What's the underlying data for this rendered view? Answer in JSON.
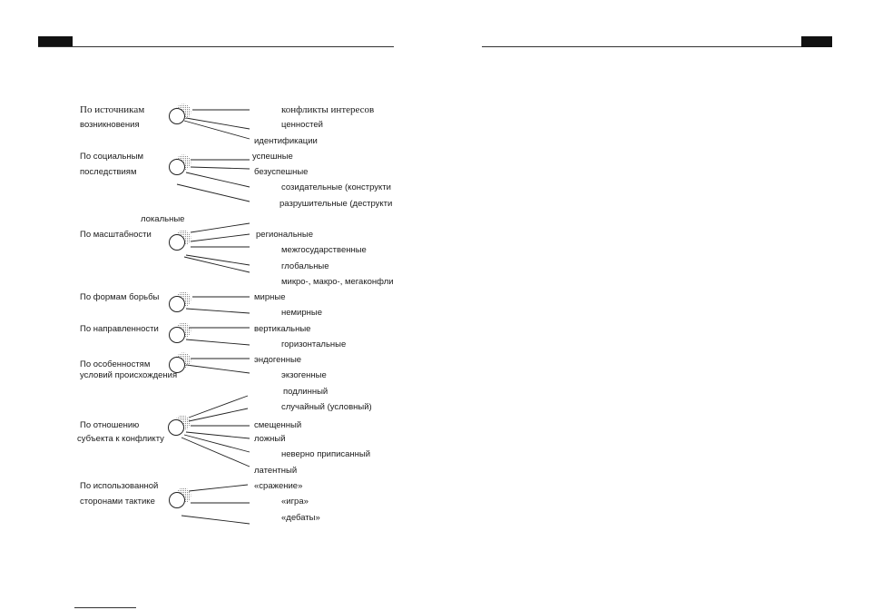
{
  "categories": [
    {
      "line1": "По источникам",
      "line2": "возникновения"
    },
    {
      "line1": "По социальным",
      "line2": "последствиям"
    },
    {
      "line1": "По масштабности",
      "line2": ""
    },
    {
      "line1": "По формам борьбы",
      "line2": ""
    },
    {
      "line1": "По направленности",
      "line2": ""
    },
    {
      "line1": "По особенностям",
      "line2": "условий происхождения"
    },
    {
      "line1": "По  отношению",
      "line2": "субъекта  к  конфликту"
    },
    {
      "line1": "По использованной",
      "line2": "сторонами тактике"
    }
  ],
  "types": [
    "конфликты интересов",
    "ценностей",
    "идентификации",
    "успешные",
    "безуспешные",
    "созидательные (конструкти",
    "разрушительные (деструкти",
    "локальные",
    "региональные",
    "межгосударственные",
    "глобальные",
    "микро-, макро-, мегаконфли",
    "мирные",
    "немирные",
    "вертикальные",
    "горизонтальные",
    "эндогенные",
    "экзогенные",
    "подлинный",
    "случайный (условный)",
    "смещенный",
    "ложный",
    "неверно приписанный",
    "латентный",
    "«сражение»",
    "«игра»",
    "«дебаты»"
  ]
}
